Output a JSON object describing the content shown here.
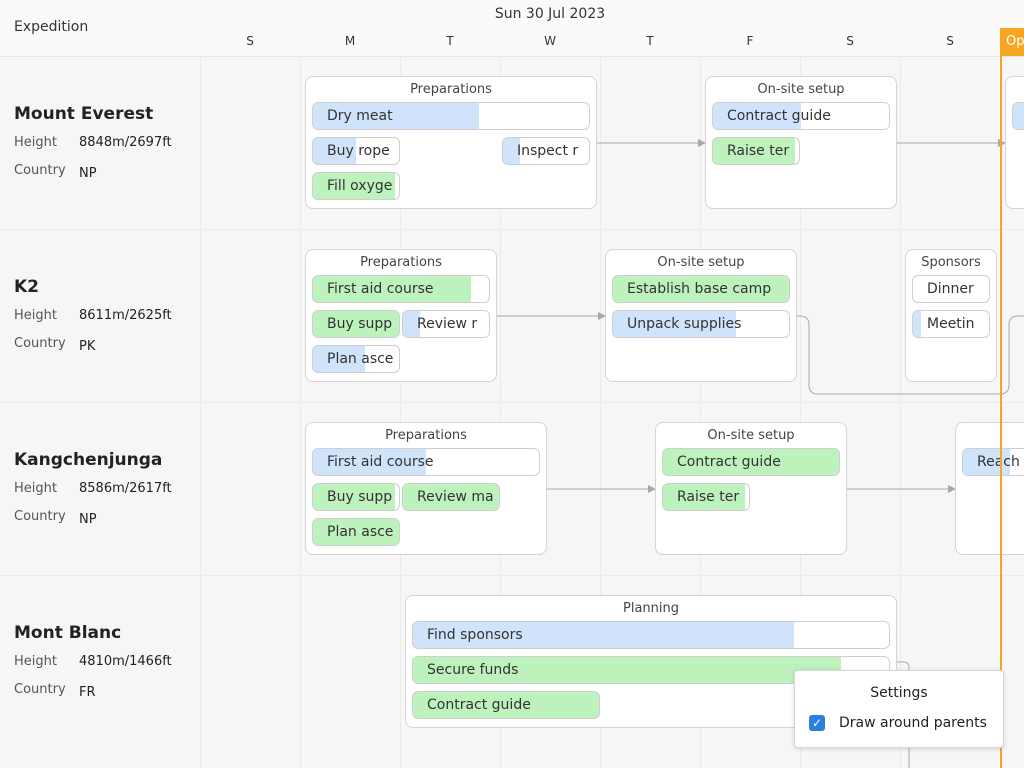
{
  "header": {
    "expedition_label": "Expedition",
    "date": "Sun 30 Jul 2023",
    "days": [
      "S",
      "M",
      "T",
      "W",
      "T",
      "F",
      "S",
      "S"
    ],
    "today_label": "Op"
  },
  "rows": [
    {
      "name": "Mount Everest",
      "height_label": "Height",
      "height": "8848m/2697ft",
      "country_label": "Country",
      "country": "NP"
    },
    {
      "name": "K2",
      "height_label": "Height",
      "height": "8611m/2625ft",
      "country_label": "Country",
      "country": "PK"
    },
    {
      "name": "Kangchenjunga",
      "height_label": "Height",
      "height": "8586m/2617ft",
      "country_label": "Country",
      "country": "NP"
    },
    {
      "name": "Mont Blanc",
      "height_label": "Height",
      "height": "4810m/1466ft",
      "country_label": "Country",
      "country": "FR"
    }
  ],
  "groups": {
    "everest_prep": "Preparations",
    "everest_setup": "On-site setup",
    "k2_prep": "Preparations",
    "k2_setup": "On-site setup",
    "k2_sponsors": "Sponsors",
    "kang_prep": "Preparations",
    "kang_setup": "On-site setup",
    "mb_planning": "Planning"
  },
  "events": {
    "e_dry_meat": {
      "label": "Dry meat",
      "color": "blue",
      "progress": 0.6
    },
    "e_buy_rope": {
      "label": "Buy rope",
      "color": "blue",
      "progress": 0.5
    },
    "e_inspect": {
      "label": "Inspect r",
      "color": "blue",
      "progress": 0.2
    },
    "e_fill_oxygen": {
      "label": "Fill oxyge",
      "color": "green",
      "progress": 0.95
    },
    "e_contract_guide": {
      "label": "Contract guide",
      "color": "blue",
      "progress": 0.5
    },
    "e_raise_tent": {
      "label": "Raise ter",
      "color": "green",
      "progress": 0.95
    },
    "k_first_aid": {
      "label": "First aid course",
      "color": "green",
      "progress": 0.9
    },
    "k_buy_supplies": {
      "label": "Buy supp",
      "color": "green",
      "progress": 1.0
    },
    "k_review": {
      "label": "Review r",
      "color": "blue",
      "progress": 0.2
    },
    "k_plan_ascent": {
      "label": "Plan asce",
      "color": "blue",
      "progress": 0.6
    },
    "k_base_camp": {
      "label": "Establish base camp",
      "color": "green",
      "progress": 1.0
    },
    "k_unpack": {
      "label": "Unpack supplies",
      "color": "blue",
      "progress": 0.7
    },
    "k_dinner": {
      "label": "Dinner",
      "color": "blue",
      "progress": 0.0
    },
    "k_meeting": {
      "label": "Meetin",
      "color": "blue",
      "progress": 0.1
    },
    "g_first_aid": {
      "label": "First aid course",
      "color": "blue",
      "progress": 0.5
    },
    "g_buy_supplies": {
      "label": "Buy supp",
      "color": "green",
      "progress": 0.95
    },
    "g_review": {
      "label": "Review ma",
      "color": "green",
      "progress": 1.0
    },
    "g_plan_ascent": {
      "label": "Plan asce",
      "color": "green",
      "progress": 1.0
    },
    "g_contract_guide": {
      "label": "Contract guide",
      "color": "green",
      "progress": 1.0
    },
    "g_raise_tent": {
      "label": "Raise ter",
      "color": "green",
      "progress": 0.95
    },
    "g_reach": {
      "label": "Reach",
      "color": "blue",
      "progress": 0.6
    },
    "m_find_sponsors": {
      "label": "Find sponsors",
      "color": "blue",
      "progress": 0.8
    },
    "m_secure_funds": {
      "label": "Secure funds",
      "color": "green",
      "progress": 0.9
    },
    "m_contract_guide": {
      "label": "Contract guide",
      "color": "green",
      "progress": 1.0
    }
  },
  "settings": {
    "title": "Settings",
    "draw_around_parents_label": "Draw around parents",
    "draw_around_parents": true
  },
  "colors": {
    "blue_fill": "#cfe3fb",
    "green_fill": "#bdf2bd",
    "today_accent": "#f5a623",
    "checkbox_accent": "#2f7fe0"
  }
}
